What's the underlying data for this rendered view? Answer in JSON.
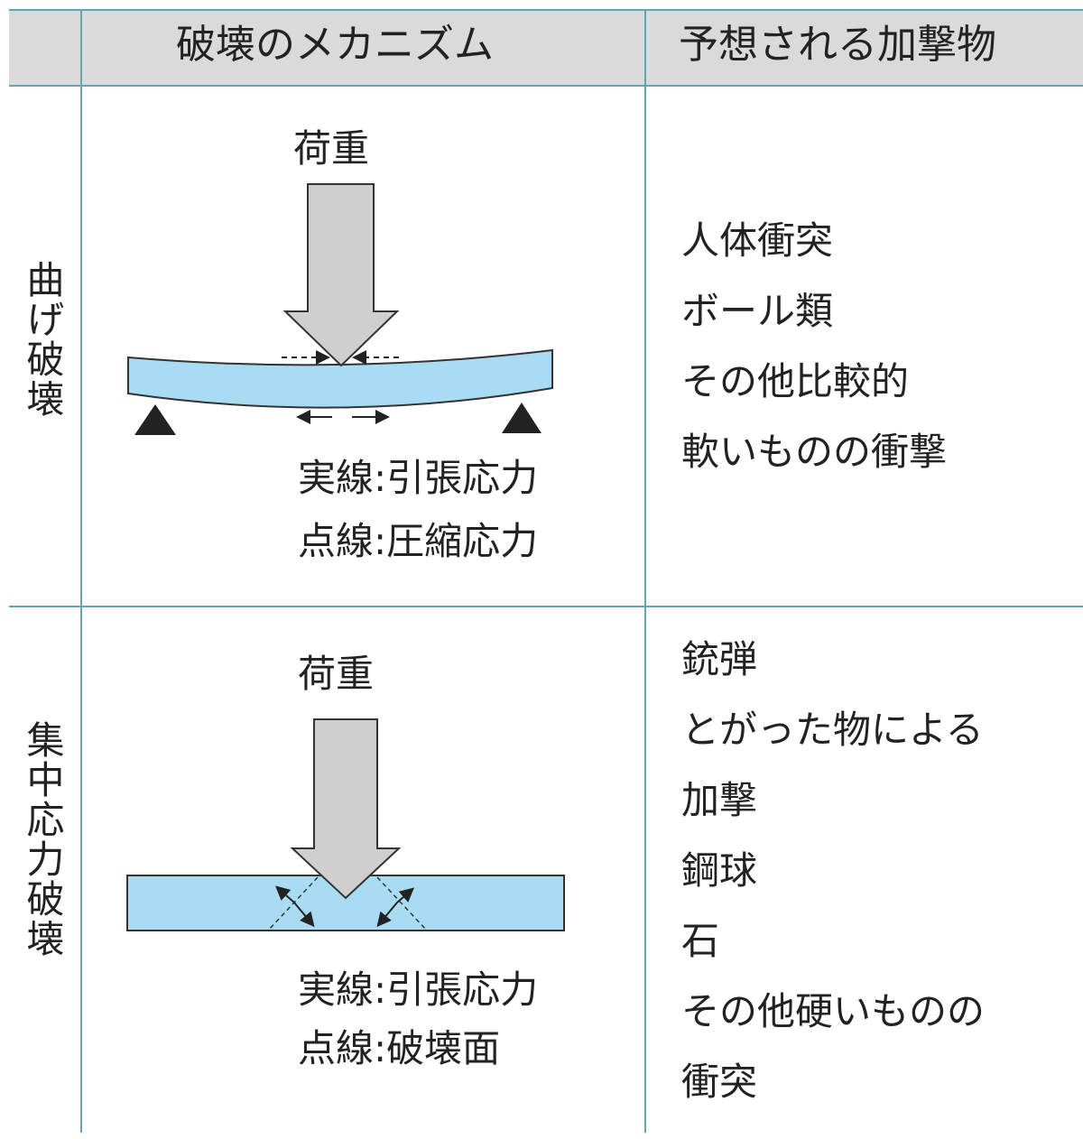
{
  "header": {
    "col_mechanism": "破壊のメカニズム",
    "col_objects": "予想される加撃物"
  },
  "rows": [
    {
      "label": "曲げ破壊",
      "load_label": "荷重",
      "legend_solid": "実線:引張応力",
      "legend_dotted": "点線:圧縮応力",
      "objects": [
        "人体衝突",
        "ボール類",
        "その他比較的",
        "軟いものの衝撃"
      ]
    },
    {
      "label": "集中応力破壊",
      "load_label": "荷重",
      "legend_solid": "実線:引張応力",
      "legend_dotted": "点線:破壊面",
      "objects": [
        "銃弾",
        "とがった物による",
        "加撃",
        "鋼球",
        "石",
        "その他硬いものの",
        "衝突"
      ]
    }
  ],
  "colors": {
    "grid": "#5fa7b6",
    "header_bg": "#dadada",
    "beam": "#a9dcf3",
    "arrow": "#cfcfcf"
  }
}
